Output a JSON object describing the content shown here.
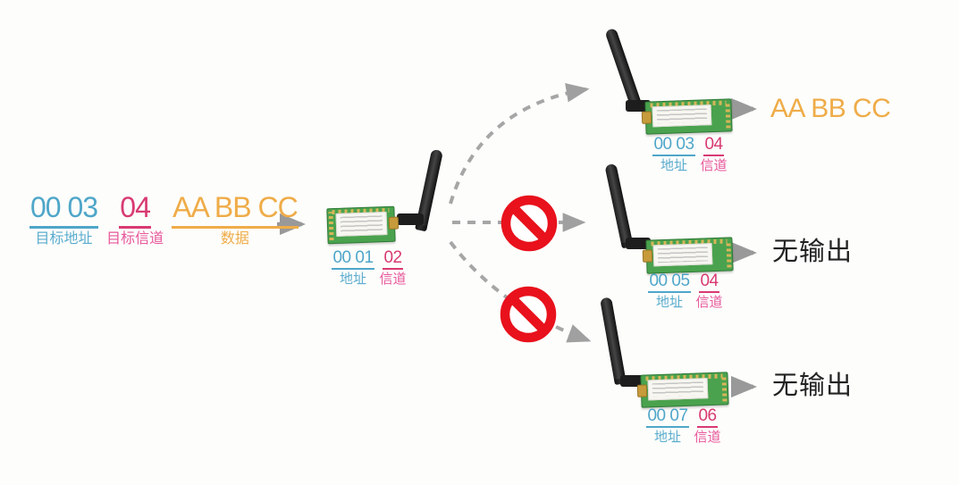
{
  "diagram_title": "fixed-point transmission (address / channel) diagram",
  "packet": {
    "address": {
      "text": "00 03",
      "label": "目标地址"
    },
    "channel": {
      "text": "04",
      "label": "目标信道"
    },
    "data": {
      "text": "AA BB CC",
      "label": "数据"
    }
  },
  "transmitter": {
    "address": "00 01",
    "channel": "02",
    "address_label": "地址",
    "channel_label": "信道"
  },
  "receivers": [
    {
      "address": "00 03",
      "channel": "04",
      "address_label": "地址",
      "channel_label": "信道",
      "output": "AA BB CC",
      "blocked": false
    },
    {
      "address": "00 05",
      "channel": "04",
      "address_label": "地址",
      "channel_label": "信道",
      "output": "无输出",
      "blocked": true
    },
    {
      "address": "00 07",
      "channel": "06",
      "address_label": "地址",
      "channel_label": "信道",
      "output": "无输出",
      "blocked": true
    }
  ],
  "icons": {
    "blocked": "prohibition-icon",
    "flow": "arrow-right-icon"
  },
  "colors": {
    "address_blue": "#4FA6C9",
    "channel_pink": "#D83A72",
    "label_pink": "#E7579B",
    "data_orange": "#EFAC48",
    "arrow_gray": "#999999",
    "dash_gray": "#A6A6A6",
    "prohibit_red": "#E8111C",
    "output_black": "#222222",
    "pcb_green": "#4AA24E"
  }
}
